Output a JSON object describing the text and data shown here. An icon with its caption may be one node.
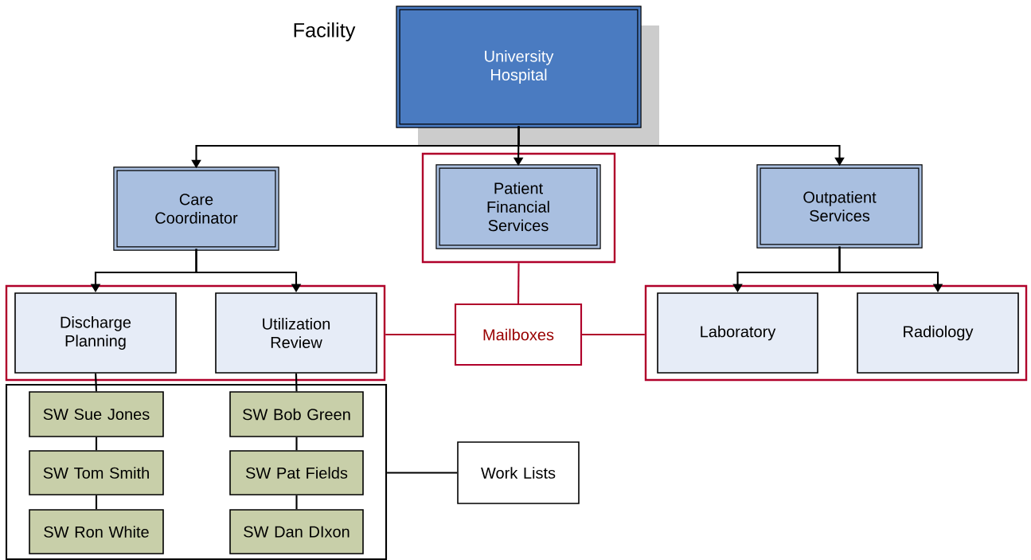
{
  "diagram": {
    "nodes": [
      {
        "text": [
          "University Hospital"
        ]
      },
      {
        "text": [
          "Care Coordinator"
        ]
      },
      {
        "text": [],
        "shape": "box"
      },
      {
        "text": [
          "Patient Financial Services"
        ],
        "in": 2
      },
      {
        "text": [
          "Outpatient Services"
        ]
      },
      {
        "text": [],
        "shape": "box"
      },
      {
        "text": [
          "Discharge Planning"
        ],
        "in": 5
      },
      {
        "text": [
          "Utilization Review"
        ],
        "in": 5
      },
      {
        "text": [
          "Mailboxes"
        ]
      },
      {
        "text": [],
        "shape": "box"
      },
      {
        "text": [
          "Laboratory"
        ],
        "in": 9
      },
      {
        "text": [
          "Radiology"
        ],
        "in": 9
      },
      {
        "text": [],
        "shape": "box"
      },
      {
        "text": [
          "SW Sue Jones"
        ],
        "in": 12
      },
      {
        "text": [
          "SW Bob Green"
        ],
        "in": 12
      },
      {
        "text": [
          "SW Tom Smith"
        ],
        "in": 12
      },
      {
        "text": [
          "SW Pat Fields"
        ],
        "in": 12
      },
      {
        "text": [
          "SW Ron White"
        ],
        "in": 12
      },
      {
        "text": [
          "SW Dan DIxon"
        ],
        "in": 12
      },
      {
        "text": [
          "Work Lists"
        ]
      }
    ],
    "edges": [
      {
        "from": 0,
        "to": 1,
        "arrow": "to"
      },
      {
        "from": 0,
        "to": 3,
        "arrow": "to"
      },
      {
        "from": 0,
        "to": 4,
        "arrow": "to"
      },
      {
        "from": 1,
        "to": 6,
        "arrow": "to"
      },
      {
        "from": 1,
        "to": 7,
        "arrow": "to"
      },
      {
        "from": 4,
        "to": 10,
        "arrow": "to"
      },
      {
        "from": 4,
        "to": 11,
        "arrow": "to"
      },
      {
        "from": 2,
        "to": 8,
        "arrow": "none",
        "color": "#b0002a"
      },
      {
        "from": 5,
        "to": 8,
        "arrow": "none",
        "color": "#b0002a"
      },
      {
        "from": 9,
        "to": 8,
        "arrow": "none",
        "color": "#b0002a"
      },
      {
        "from": 6,
        "to": 13,
        "arrow": "none"
      },
      {
        "from": 13,
        "to": 15,
        "arrow": "none"
      },
      {
        "from": 15,
        "to": 17,
        "arrow": "none"
      },
      {
        "from": 7,
        "to": 14,
        "arrow": "none"
      },
      {
        "from": 14,
        "to": 16,
        "arrow": "none"
      },
      {
        "from": 16,
        "to": 18,
        "arrow": "none"
      },
      {
        "from": 12,
        "to": 19,
        "arrow": "none"
      }
    ],
    "labels": [
      "Facility"
    ]
  }
}
